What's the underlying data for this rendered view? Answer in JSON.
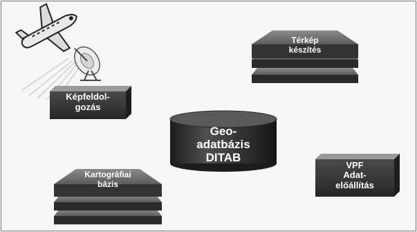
{
  "diagram": {
    "center": {
      "line1": "Geo-",
      "line2": "adatbázis",
      "line3": "DITAB"
    },
    "image_processing": {
      "line1": "Képfeldol-",
      "line2": "gozás"
    },
    "map_making": {
      "line1": "Térkép",
      "line2": "készítés"
    },
    "cartographic_base": {
      "line1": "Kartográfiai",
      "line2": "bázis"
    },
    "vpf": {
      "line1": "VPF",
      "line2": "Adat-",
      "line3": "előállítás"
    }
  },
  "colors": {
    "box_front": "#3a3a3a",
    "box_top": "#9a9a9a",
    "box_side": "#1e1e1e",
    "text": "#ffffff",
    "background": "#f6f6f4"
  },
  "icons": [
    "airplane-icon",
    "satellite-dish-icon"
  ]
}
